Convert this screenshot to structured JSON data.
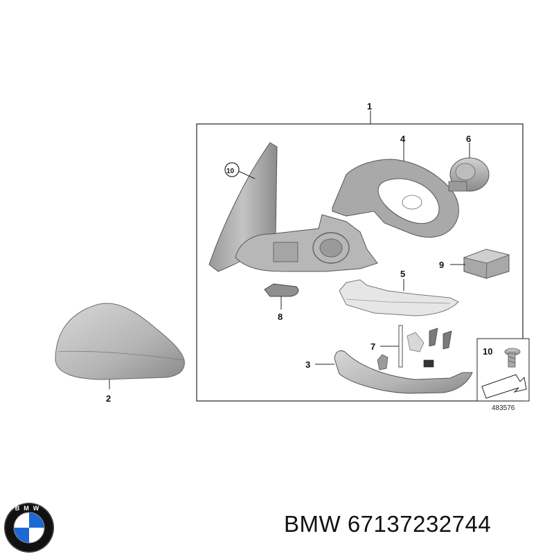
{
  "diagram": {
    "callouts": {
      "c1": "1",
      "c2": "2",
      "c3": "3",
      "c4": "4",
      "c5": "5",
      "c6": "6",
      "c7": "7",
      "c8": "8",
      "c9": "9",
      "c10": "10",
      "c10_legend": "10"
    },
    "reference_number": "483576"
  },
  "footer": {
    "brand": "BMW",
    "part_number": "67137232744",
    "logo_letters": "BMW"
  },
  "colors": {
    "part_fill": "#c9c9c9",
    "part_shade": "#8e8e8e",
    "logo_blue": "#1c69d4",
    "logo_black": "#111111"
  }
}
